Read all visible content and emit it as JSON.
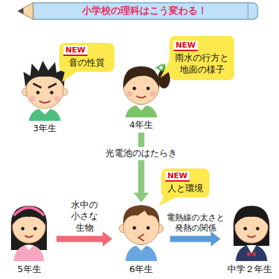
{
  "diagram": {
    "title": "小学校の理科はこう変わる！",
    "nodes": [
      {
        "text": [
          "NEW",
          "音の性質"
        ]
      },
      {
        "text": [
          "3年生"
        ]
      },
      {
        "text": [
          "NEW",
          "雨水の行方と 地面の様子"
        ]
      },
      {
        "text": [
          "4年生"
        ]
      },
      {
        "text": [
          "NEW",
          "人と環境"
        ]
      },
      {
        "text": [
          "5年生"
        ]
      },
      {
        "text": [
          "6年生"
        ]
      },
      {
        "text": [
          "中学２年生"
        ]
      }
    ],
    "edges": [
      {
        "from": 3,
        "to": 6,
        "label": "光電池のはたらき",
        "arrow": "to"
      },
      {
        "from": 5,
        "to": 6,
        "label": "水中の 小さな 生物",
        "arrow": "to"
      },
      {
        "from": 6,
        "to": 7,
        "label": "電熱線の太さと 発熱の関係",
        "arrow": "to"
      }
    ]
  }
}
